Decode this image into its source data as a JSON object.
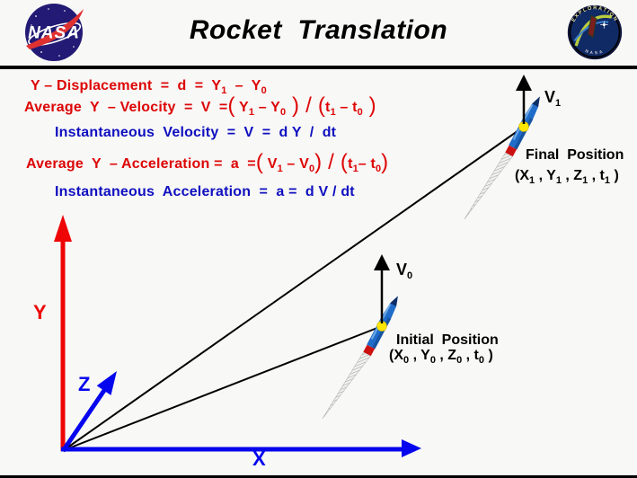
{
  "header": {
    "title": "Rocket  Translation",
    "nasa_logo": {
      "text": "NASA"
    },
    "badge": {
      "top_text": "EXPLORATION",
      "bottom_text": "NASA"
    }
  },
  "colors": {
    "equation_red": "#dd0505",
    "equation_blue": "#0f0fc0",
    "axis_red": "#ee0505",
    "axis_blue": "#0505ee",
    "sight_line_black": "#000000",
    "rocket_body_blue": "#1f6cc9",
    "rocket_nose_navy": "#0d2e66",
    "rocket_band_red": "#cc1111",
    "marker_yellow": "#ffe600",
    "background": "#f8f8f6"
  },
  "equations": {
    "displacement": [
      {
        "t": "Y – Displacement  =  d  =  Y"
      },
      {
        "t": "1",
        "sub": true
      },
      {
        "t": "  –  Y"
      },
      {
        "t": "0",
        "sub": true
      }
    ],
    "avg_velocity": [
      {
        "t": "Average  Y  – Velocity  =  V  ="
      },
      {
        "t": "(",
        "paren": true
      },
      {
        "t": " Y"
      },
      {
        "t": "1",
        "sub": true
      },
      {
        "t": " – Y"
      },
      {
        "t": "0",
        "sub": true
      },
      {
        "t": " )",
        "paren": true
      },
      {
        "t": " / ",
        "paren": true
      },
      {
        "t": "(",
        "paren": true
      },
      {
        "t": "t"
      },
      {
        "t": "1",
        "sub": true
      },
      {
        "t": " – t"
      },
      {
        "t": "0",
        "sub": true
      },
      {
        "t": " )",
        "paren": true
      }
    ],
    "inst_velocity": [
      {
        "t": "Instantaneous  Velocity  =  V  =  d Y  /  dt"
      }
    ],
    "avg_acceleration": [
      {
        "t": "Average  Y  – Acceleration =  a  ="
      },
      {
        "t": "(",
        "paren": true
      },
      {
        "t": " V"
      },
      {
        "t": "1",
        "sub": true
      },
      {
        "t": " – V"
      },
      {
        "t": "0",
        "sub": true
      },
      {
        "t": ")",
        "paren": true
      },
      {
        "t": " / ",
        "paren": true
      },
      {
        "t": "(",
        "paren": true
      },
      {
        "t": "t"
      },
      {
        "t": "1",
        "sub": true
      },
      {
        "t": "– t"
      },
      {
        "t": "0",
        "sub": true
      },
      {
        "t": ")",
        "paren": true
      }
    ],
    "inst_acceleration": [
      {
        "t": "Instantaneous  Acceleration  =  a =  d V / dt"
      }
    ]
  },
  "diagram": {
    "axis_labels": {
      "x": "X",
      "y": "Y",
      "z": "Z"
    },
    "v1_label": [
      {
        "t": "V"
      },
      {
        "t": "1",
        "sub": true
      }
    ],
    "v0_label": [
      {
        "t": "V"
      },
      {
        "t": "0",
        "sub": true
      }
    ],
    "final_position": {
      "title": "Final  Position",
      "coords": [
        {
          "t": "(X"
        },
        {
          "t": "1",
          "sub": true
        },
        {
          "t": " , Y"
        },
        {
          "t": "1",
          "sub": true
        },
        {
          "t": " , Z"
        },
        {
          "t": "1",
          "sub": true
        },
        {
          "t": " , t"
        },
        {
          "t": "1",
          "sub": true
        },
        {
          "t": " )"
        }
      ]
    },
    "initial_position": {
      "title": "Initial  Position",
      "coords": [
        {
          "t": "(X"
        },
        {
          "t": "0",
          "sub": true
        },
        {
          "t": " , Y"
        },
        {
          "t": "0",
          "sub": true
        },
        {
          "t": " , Z"
        },
        {
          "t": "0",
          "sub": true
        },
        {
          "t": " , t"
        },
        {
          "t": "0",
          "sub": true
        },
        {
          "t": " )"
        }
      ]
    }
  }
}
